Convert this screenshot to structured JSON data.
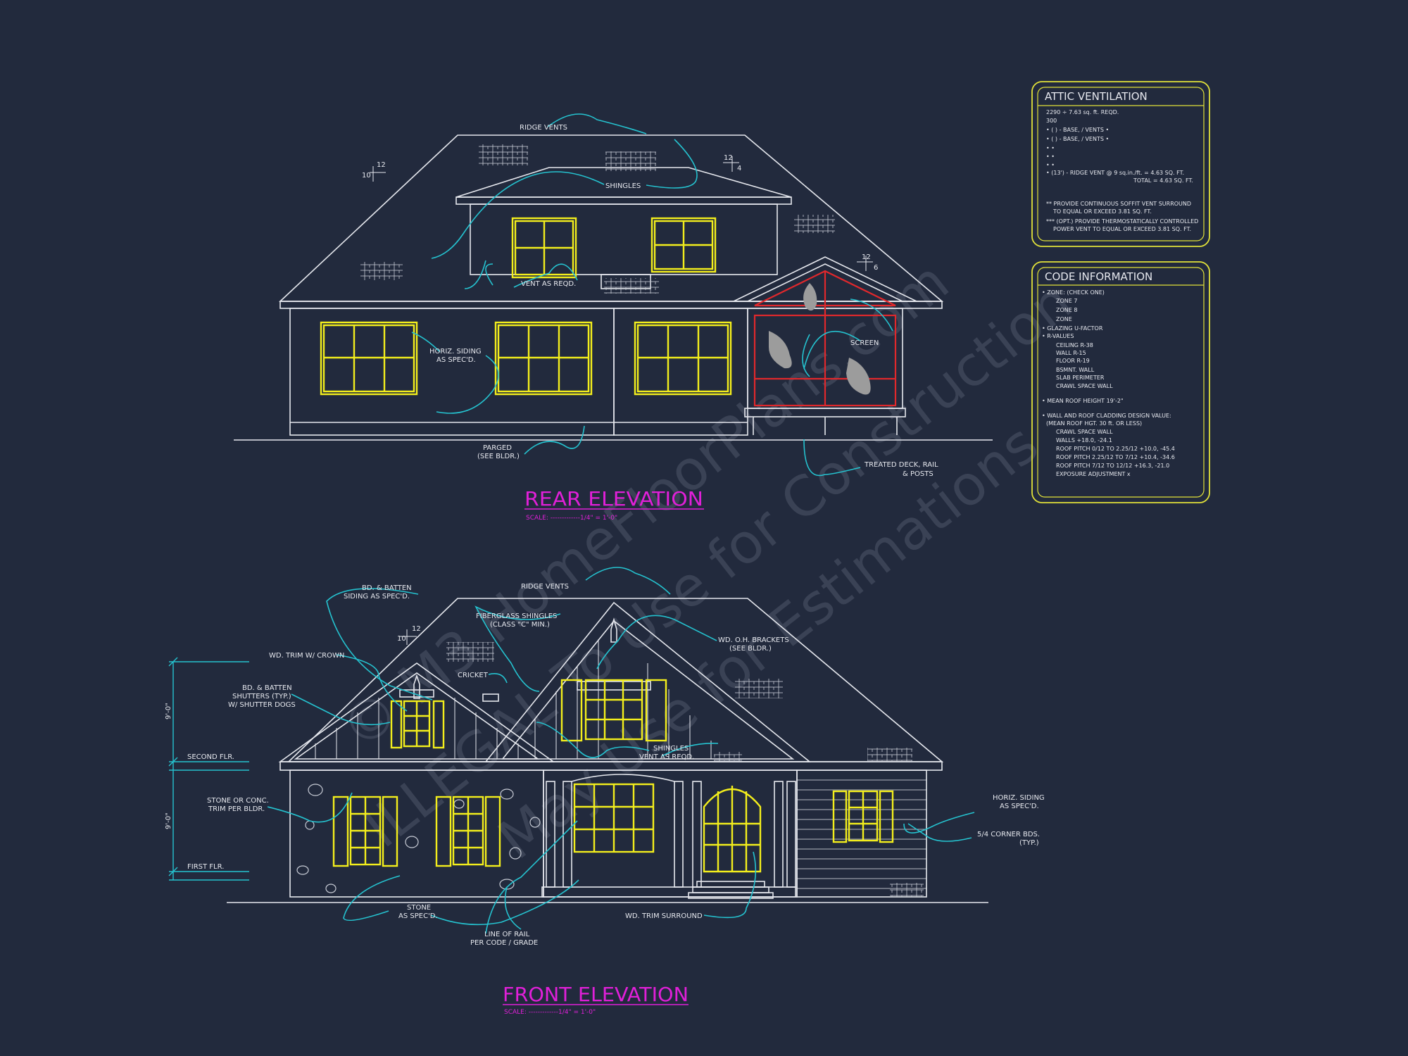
{
  "colors": {
    "background": "#222a3d",
    "lines": "#e6e8ee",
    "windows": "#f3ee1c",
    "leaders": "#25c2cf",
    "titles": "#e020d8",
    "screen_red": "#e0282c",
    "boxes": "#e2e23a",
    "watermark": "#3d4558"
  },
  "watermark": {
    "line1": "© M3 HomeFloorPlans.com",
    "line2": "ILLEGAL To Use for Construction",
    "line3": "May Use for Estimations"
  },
  "rear": {
    "title": "REAR ELEVATION",
    "scale": "SCALE: -------------1/4\" = 1'-0\"",
    "pitch_main": {
      "rise": "10",
      "run": "12"
    },
    "pitch_upper": {
      "rise": "4",
      "run": "12"
    },
    "pitch_porch": {
      "rise": "6",
      "run": "12"
    },
    "labels": {
      "ridge_vents": "RIDGE VENTS",
      "shingles": "SHINGLES",
      "vent_as_reqd": "VENT AS REQD.",
      "horiz_siding_1": "HORIZ. SIDING",
      "horiz_siding_2": "AS SPEC'D.",
      "screen": "SCREEN",
      "parged_1": "PARGED",
      "parged_2": "(SEE BLDR.)",
      "deck_1": "TREATED DECK, RAIL",
      "deck_2": "& POSTS"
    }
  },
  "front": {
    "title": "FRONT ELEVATION",
    "scale": "SCALE: -------------1/4\" = 1'-0\"",
    "pitch_main": {
      "rise": "10",
      "run": "12"
    },
    "dims": {
      "upper": "9'-0\"",
      "lower": "9'-0\""
    },
    "levels": {
      "second": "SECOND FLR.",
      "first": "FIRST FLR."
    },
    "labels": {
      "batten_siding_1": "BD. & BATTEN",
      "batten_siding_2": "SIDING AS SPEC'D.",
      "ridge_vents": "RIDGE VENTS",
      "fiberglass_1": "FIBERGLASS SHINGLES",
      "fiberglass_2": "(CLASS \"C\" MIN.)",
      "oh_brackets_1": "WD. O.H. BRACKETS",
      "oh_brackets_2": "(SEE BLDR.)",
      "trim_crown": "WD. TRIM W/ CROWN",
      "cricket": "CRICKET",
      "shutters_1": "BD. & BATTEN",
      "shutters_2": "SHUTTERS (TYP.)",
      "shutters_3": "W/ SHUTTER DOGS",
      "shingles": "SHINGLES",
      "vent_as_reqd": "VENT AS REQD.",
      "stone_trim_1": "STONE OR CONC.",
      "stone_trim_2": "TRIM PER BLDR.",
      "horiz_siding_1": "HORIZ. SIDING",
      "horiz_siding_2": "AS SPEC'D.",
      "corner_bds_1": "5/4 CORNER BDS.",
      "corner_bds_2": "(TYP.)",
      "stone_1": "STONE",
      "stone_2": "AS SPEC'D.",
      "trim_surround": "WD. TRIM SURROUND",
      "rail_1": "LINE OF RAIL",
      "rail_2": "PER CODE / GRADE"
    }
  },
  "attic": {
    "title": "ATTIC VENTILATION",
    "lines": [
      "2290 ÷ 7.63 sq. ft. REQD.",
      "300",
      "• (  ) -         BASE,    /    VENTS    •",
      "• (  ) -         BASE,    /    VENTS    •",
      "•                                                •",
      "•                                                •",
      "•                                                •",
      "• (13') - RIDGE VENT @ 9 sq.in./ft.   = 4.63 SQ. FT.",
      "TOTAL        = 4.63 SQ. FT.",
      "** PROVIDE CONTINUOUS SOFFIT VENT SURROUND",
      "TO EQUAL OR EXCEED  3.81 SQ. FT.",
      "*** (OPT.) PROVIDE THERMOSTATICALLY CONTROLLED",
      "POWER VENT TO EQUAL OR EXCEED  3.81 SQ. FT."
    ]
  },
  "code": {
    "title": "CODE INFORMATION",
    "lines": [
      "• ZONE: (CHECK ONE)",
      "ZONE 7",
      "ZONE 8",
      "ZONE",
      "• GLAZING U-FACTOR",
      "• R-VALUES",
      "CEILING              R-38",
      "WALL                   R-15",
      "FLOOR                 R-19",
      "BSMNT. WALL",
      "SLAB PERIMETER",
      "CRAWL SPACE WALL",
      "• MEAN ROOF HEIGHT  19'-2\"",
      "• WALL AND ROOF CLADDING DESIGN VALUE:",
      "(MEAN ROOF HGT. 30 ft. OR LESS)",
      "CRAWL SPACE WALL",
      "WALLS                          +18.0, -24.1",
      "ROOF PITCH 0/12 TO 2.25/12    +10.0, -45.4",
      "ROOF PITCH 2.25/12 TO 7/12    +10.4, -34.6",
      "ROOF PITCH 7/12 TO 12/12      +16.3, -21.0",
      "EXPOSURE ADJUSTMENT            x"
    ]
  }
}
